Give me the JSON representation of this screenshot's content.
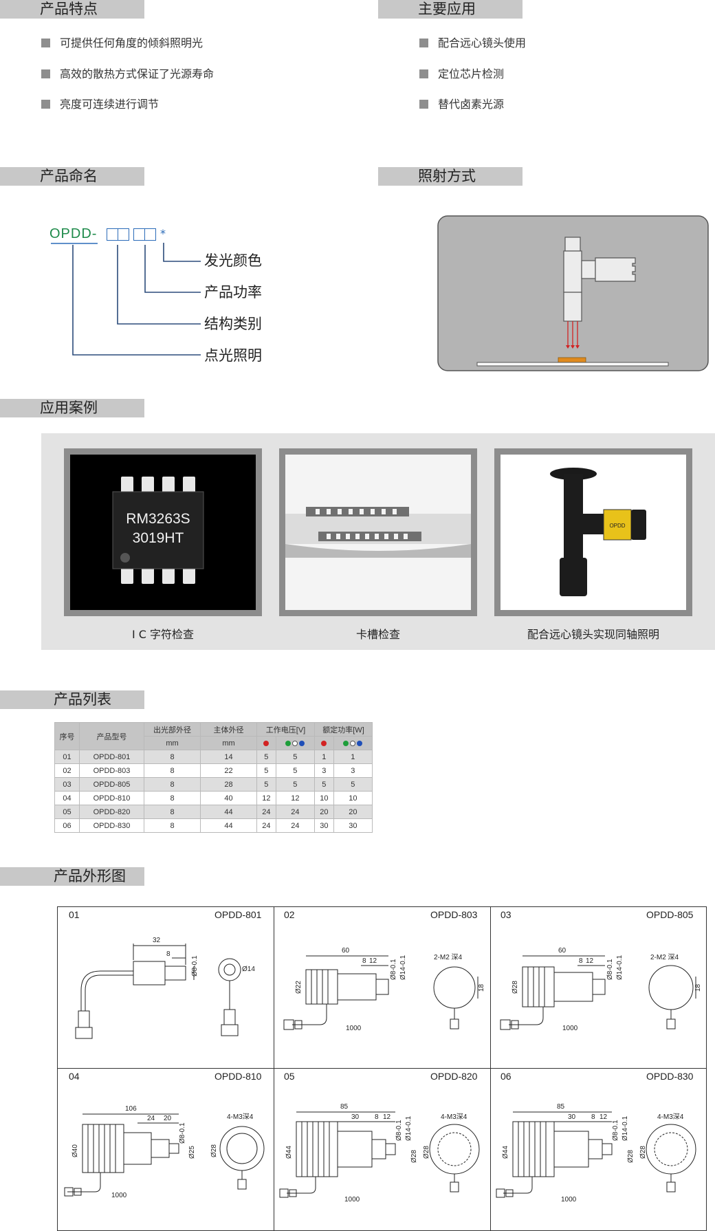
{
  "sections": {
    "features": "产品特点",
    "applications": "主要应用",
    "naming": "产品命名",
    "illumination": "照射方式",
    "cases": "应用案例",
    "list": "产品列表",
    "drawings": "产品外形图"
  },
  "features": [
    "可提供任何角度的倾斜照明光",
    "高效的散热方式保证了光源寿命",
    "亮度可连续进行调节"
  ],
  "applications": [
    "配合远心镜头使用",
    "定位芯片检测",
    "替代卤素光源"
  ],
  "naming": {
    "code": "OPDD-",
    "star": "*",
    "labels": [
      "发光颜色",
      "产品功率",
      "结构类别",
      "点光照明"
    ]
  },
  "cases": {
    "items": [
      {
        "caption": "I C 字符检查",
        "chip_line1": "RM3263S",
        "chip_line2": "3019HT"
      },
      {
        "caption": "卡槽检查"
      },
      {
        "caption": "配合远心镜头实现同轴照明",
        "label_text": "OPDD"
      }
    ]
  },
  "table": {
    "headers": {
      "no": "序号",
      "model": "产品型号",
      "outer": "出光部外径",
      "body": "主体外径",
      "voltage": "工作电压[V]",
      "power": "额定功率[W]",
      "unit": "mm"
    },
    "rows": [
      {
        "no": "01",
        "model": "OPDD-801",
        "outer": "8",
        "body": "14",
        "v_red": "5",
        "v_rgb": "5",
        "p_red": "1",
        "p_rgb": "1"
      },
      {
        "no": "02",
        "model": "OPDD-803",
        "outer": "8",
        "body": "22",
        "v_red": "5",
        "v_rgb": "5",
        "p_red": "3",
        "p_rgb": "3"
      },
      {
        "no": "03",
        "model": "OPDD-805",
        "outer": "8",
        "body": "28",
        "v_red": "5",
        "v_rgb": "5",
        "p_red": "5",
        "p_rgb": "5"
      },
      {
        "no": "04",
        "model": "OPDD-810",
        "outer": "8",
        "body": "40",
        "v_red": "12",
        "v_rgb": "12",
        "p_red": "10",
        "p_rgb": "10"
      },
      {
        "no": "05",
        "model": "OPDD-820",
        "outer": "8",
        "body": "44",
        "v_red": "24",
        "v_rgb": "24",
        "p_red": "20",
        "p_rgb": "20"
      },
      {
        "no": "06",
        "model": "OPDD-830",
        "outer": "8",
        "body": "44",
        "v_red": "24",
        "v_rgb": "24",
        "p_red": "30",
        "p_rgb": "30"
      }
    ],
    "colors": {
      "red": "#d22222",
      "green": "#1e9e3a",
      "white": "#ffffff",
      "blue": "#1f4fb8"
    }
  },
  "drawings": [
    {
      "no": "01",
      "model": "OPDD-801",
      "dims": [
        "32",
        "8",
        "Ø8-0.1",
        "Ø14"
      ]
    },
    {
      "no": "02",
      "model": "OPDD-803",
      "dims": [
        "60",
        "8",
        "12",
        "Ø8-0.1",
        "Ø14-0.1",
        "Ø22",
        "1000",
        "2-M2 深4",
        "18"
      ]
    },
    {
      "no": "03",
      "model": "OPDD-805",
      "dims": [
        "60",
        "8",
        "12",
        "Ø8-0.1",
        "Ø14-0.1",
        "Ø28",
        "1000",
        "2-M2 深4",
        "18"
      ]
    },
    {
      "no": "04",
      "model": "OPDD-810",
      "dims": [
        "106",
        "24",
        "20",
        "Ø8-0.1",
        "Ø25",
        "Ø40",
        "1000",
        "4-M3深4",
        "Ø28"
      ]
    },
    {
      "no": "05",
      "model": "OPDD-820",
      "dims": [
        "85",
        "30",
        "8",
        "12",
        "Ø8-0.1",
        "Ø14-0.1",
        "Ø28",
        "Ø44",
        "1000",
        "4-M3深4",
        "Ø28"
      ]
    },
    {
      "no": "06",
      "model": "OPDD-830",
      "dims": [
        "85",
        "30",
        "8",
        "12",
        "Ø8-0.1",
        "Ø14-0.1",
        "Ø28",
        "Ø44",
        "1000",
        "4-M3深4",
        "Ø28"
      ]
    }
  ],
  "colors": {
    "naming_green": "#1e8a4a",
    "naming_blue": "#2a6ab8",
    "section_bg": "#c8c8c8",
    "light_orange": "#e08a1e"
  }
}
